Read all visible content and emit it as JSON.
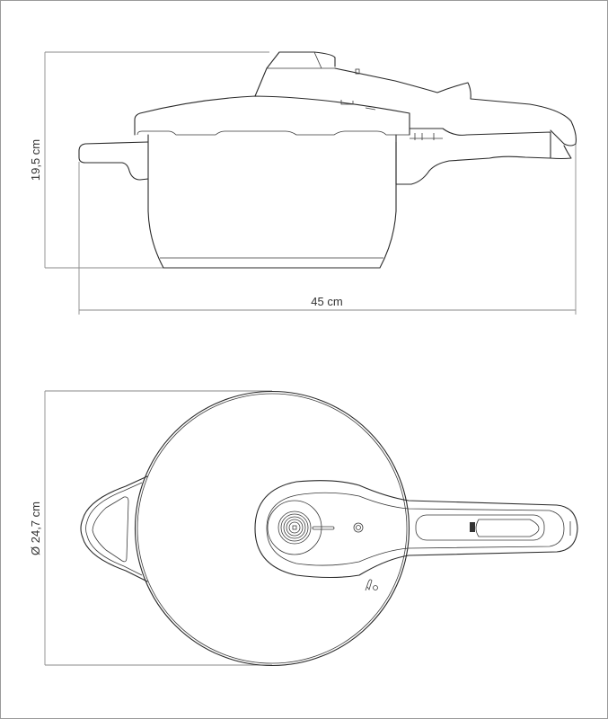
{
  "side_view": {
    "height_label": "19,5 cm",
    "width_label": "45 cm"
  },
  "top_view": {
    "diameter_label": "Ø 24,7 cm"
  }
}
